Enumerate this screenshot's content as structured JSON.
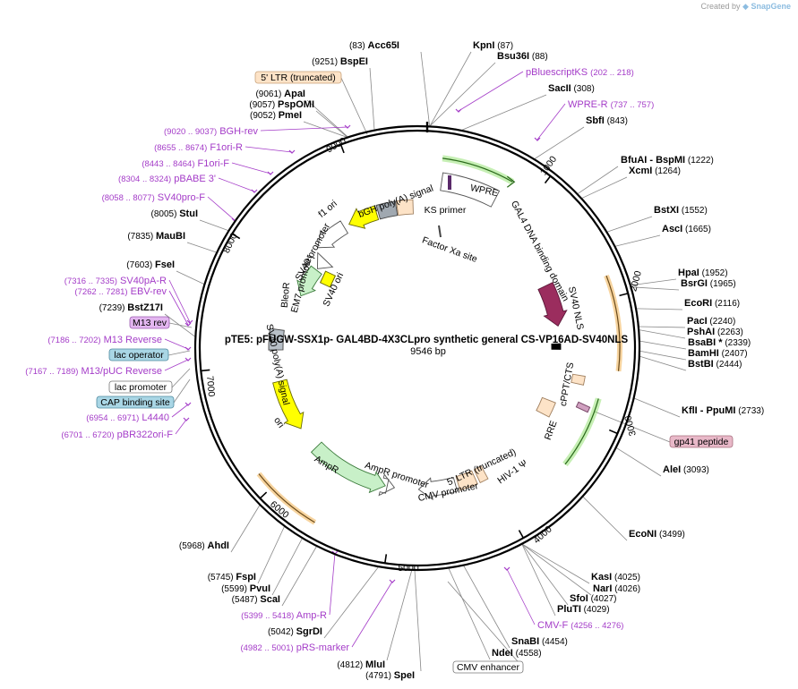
{
  "credit": {
    "prefix": "Created by",
    "brand": "SnapGene"
  },
  "plasmid": {
    "name": "pTE5: pFUGW-SSX1p- GAL4BD-4X3CLpro synthetic general CS-VP16AD-SV40NLS",
    "size_label": "9546 bp",
    "length": 9546
  },
  "ticks": [
    {
      "pos": 1000,
      "label": "1000"
    },
    {
      "pos": 2000,
      "label": "2000"
    },
    {
      "pos": 3000,
      "label": "3000"
    },
    {
      "pos": 4000,
      "label": "4000"
    },
    {
      "pos": 5000,
      "label": "5000"
    },
    {
      "pos": 6000,
      "label": "6000"
    },
    {
      "pos": 7000,
      "label": "7000"
    },
    {
      "pos": 8000,
      "label": "8000"
    },
    {
      "pos": 9000,
      "label": "9000"
    }
  ],
  "sites": [
    {
      "name": "Acc65I",
      "pos": "(83)",
      "at": 83,
      "side": "r",
      "posfirst": true
    },
    {
      "name": "KpnI",
      "pos": "(87)",
      "at": 87,
      "side": "r"
    },
    {
      "name": "Bsu36I",
      "pos": "(88)",
      "at": 88,
      "side": "r"
    },
    {
      "name": "SacII",
      "pos": "(308)",
      "at": 308,
      "side": "r"
    },
    {
      "name": "SbfI",
      "pos": "(843)",
      "at": 843,
      "side": "r"
    },
    {
      "name": "BfuAI - BspMI",
      "pos": "(1222)",
      "at": 1222,
      "side": "r"
    },
    {
      "name": "XcmI",
      "pos": "(1264)",
      "at": 1264,
      "side": "r"
    },
    {
      "name": "BstXI",
      "pos": "(1552)",
      "at": 1552,
      "side": "r"
    },
    {
      "name": "AscI",
      "pos": "(1665)",
      "at": 1665,
      "side": "r"
    },
    {
      "name": "HpaI",
      "pos": "(1952)",
      "at": 1952,
      "side": "r"
    },
    {
      "name": "BsrGI",
      "pos": "(1965)",
      "at": 1965,
      "side": "r"
    },
    {
      "name": "EcoRI",
      "pos": "(2116)",
      "at": 2116,
      "side": "r"
    },
    {
      "name": "PacI",
      "pos": "(2240)",
      "at": 2240,
      "side": "r"
    },
    {
      "name": "PshAI",
      "pos": "(2263)",
      "at": 2263,
      "side": "r"
    },
    {
      "name": "BsaBI *",
      "pos": "(2339)",
      "at": 2339,
      "side": "r"
    },
    {
      "name": "BamHI",
      "pos": "(2407)",
      "at": 2407,
      "side": "r"
    },
    {
      "name": "BstBI",
      "pos": "(2444)",
      "at": 2444,
      "side": "r"
    },
    {
      "name": "KflI - PpuMI",
      "pos": "(2733)",
      "at": 2733,
      "side": "r"
    },
    {
      "name": "AleI",
      "pos": "(3093)",
      "at": 3093,
      "side": "r"
    },
    {
      "name": "EcoNI",
      "pos": "(3499)",
      "at": 3499,
      "side": "r"
    },
    {
      "name": "KasI",
      "pos": "(4025)",
      "at": 4025,
      "side": "r"
    },
    {
      "name": "NarI",
      "pos": "(4026)",
      "at": 4026,
      "side": "r"
    },
    {
      "name": "SfoI",
      "pos": "(4027)",
      "at": 4027,
      "side": "r"
    },
    {
      "name": "PluTI",
      "pos": "(4029)",
      "at": 4029,
      "side": "r"
    },
    {
      "name": "SnaBI",
      "pos": "(4454)",
      "at": 4454,
      "side": "r"
    },
    {
      "name": "NdeI",
      "pos": "(4558)",
      "at": 4558,
      "side": "r"
    },
    {
      "name": "SpeI",
      "pos": "(4791)",
      "at": 4791,
      "side": "l"
    },
    {
      "name": "MluI",
      "pos": "(4812)",
      "at": 4812,
      "side": "l"
    },
    {
      "name": "SgrDI",
      "pos": "(5042)",
      "at": 5042,
      "side": "l"
    },
    {
      "name": "ScaI",
      "pos": "(5487)",
      "at": 5487,
      "side": "l"
    },
    {
      "name": "PvuI",
      "pos": "(5599)",
      "at": 5599,
      "side": "l"
    },
    {
      "name": "FspI",
      "pos": "(5745)",
      "at": 5745,
      "side": "l"
    },
    {
      "name": "AhdI",
      "pos": "(5968)",
      "at": 5968,
      "side": "l"
    },
    {
      "name": "BstZ17I",
      "pos": "(7239)",
      "at": 7239,
      "side": "l"
    },
    {
      "name": "FseI",
      "pos": "(7603)",
      "at": 7603,
      "side": "l"
    },
    {
      "name": "MauBI",
      "pos": "(7835)",
      "at": 7835,
      "side": "l"
    },
    {
      "name": "StuI",
      "pos": "(8005)",
      "at": 8005,
      "side": "l"
    },
    {
      "name": "PmeI",
      "pos": "(9052)",
      "at": 9052,
      "side": "l"
    },
    {
      "name": "PspOMI",
      "pos": "(9057)",
      "at": 9057,
      "side": "l"
    },
    {
      "name": "ApaI",
      "pos": "(9061)",
      "at": 9061,
      "side": "l"
    },
    {
      "name": "BspEI",
      "pos": "(9251)",
      "at": 9251,
      "side": "l"
    }
  ],
  "primers": [
    {
      "name": "pBluescriptKS",
      "range": "(202 .. 218)",
      "at": 210,
      "side": "r"
    },
    {
      "name": "WPRE-R",
      "range": "(737 .. 757)",
      "at": 747,
      "side": "r"
    },
    {
      "name": "CMV-F",
      "range": "(4256 .. 4276)",
      "at": 4266,
      "side": "r"
    },
    {
      "name": "pRS-marker",
      "range": "(4982 .. 5001)",
      "at": 4991,
      "side": "l"
    },
    {
      "name": "Amp-R",
      "range": "(5399 .. 5418)",
      "at": 5408,
      "side": "l"
    },
    {
      "name": "pBR322ori-F",
      "range": "(6701 .. 6720)",
      "at": 6710,
      "side": "l"
    },
    {
      "name": "L4440",
      "range": "(6954 .. 6971)",
      "at": 6962,
      "side": "l"
    },
    {
      "name": "M13/pUC Reverse",
      "range": "(7167 .. 7189)",
      "at": 7178,
      "side": "l"
    },
    {
      "name": "M13 Reverse",
      "range": "(7186 .. 7202)",
      "at": 7194,
      "side": "l"
    },
    {
      "name": "EBV-rev",
      "range": "(7262 .. 7281)",
      "at": 7271,
      "side": "l"
    },
    {
      "name": "SV40pA-R",
      "range": "(7316 .. 7335)",
      "at": 7325,
      "side": "l"
    },
    {
      "name": "SV40pro-F",
      "range": "(8058 .. 8077)",
      "at": 8067,
      "side": "l"
    },
    {
      "name": "pBABE 3'",
      "range": "(8304 .. 8324)",
      "at": 8314,
      "side": "l"
    },
    {
      "name": "F1ori-F",
      "range": "(8443 .. 8464)",
      "at": 8453,
      "side": "l"
    },
    {
      "name": "F1ori-R",
      "range": "(8655 .. 8674)",
      "at": 8664,
      "side": "l"
    },
    {
      "name": "BGH-rev",
      "range": "(9020 .. 9037)",
      "at": 9028,
      "side": "l"
    }
  ],
  "boxed_labels": [
    {
      "text": "5' LTR (truncated)",
      "fill": "#fde3c7",
      "stroke": "#c8a27a"
    },
    {
      "text": "M13 rev",
      "fill": "#e3b6f0",
      "stroke": "#9a5bb0"
    },
    {
      "text": "lac operator",
      "fill": "#a9d6e5",
      "stroke": "#4f8aa0"
    },
    {
      "text": "lac promoter",
      "fill": "#ffffff",
      "stroke": "#777777"
    },
    {
      "text": "CAP binding site",
      "fill": "#a9d6e5",
      "stroke": "#4f8aa0"
    },
    {
      "text": "gp41 peptide",
      "fill": "#e8b8c8",
      "stroke": "#a8707f"
    },
    {
      "text": "CMV enhancer",
      "fill": "#ffffff",
      "stroke": "#777777"
    }
  ],
  "features": [
    {
      "name": "WPRE",
      "label": "WPRE"
    },
    {
      "name": "KS primer",
      "label": "KS primer"
    },
    {
      "name": "Factor Xa site",
      "label": "Factor Xa site"
    },
    {
      "name": "GAL4 DNA binding domain",
      "label": "GAL4 DNA binding domain"
    },
    {
      "name": "SV40 NLS",
      "label": "SV40 NLS"
    },
    {
      "name": "cPPT/CTS",
      "label": "cPPT/CTS"
    },
    {
      "name": "RRE",
      "label": "RRE"
    },
    {
      "name": "HIV-1 psi",
      "label": "HIV-1 Ψ"
    },
    {
      "name": "5' LTR (truncated) inner",
      "label": "5' LTR (truncated)"
    },
    {
      "name": "CMV promoter",
      "label": "CMV promoter"
    },
    {
      "name": "AmpR promoter",
      "label": "AmpR promoter"
    },
    {
      "name": "AmpR",
      "label": "AmpR"
    },
    {
      "name": "ori",
      "label": "ori"
    },
    {
      "name": "SV40 poly(A) signal",
      "label": "SV40 poly(A) signal"
    },
    {
      "name": "BleoR",
      "label": "BleoR"
    },
    {
      "name": "EM7 promoter",
      "label": "EM7 promoter"
    },
    {
      "name": "SV40 promoter",
      "label": "SV40 promoter"
    },
    {
      "name": "SV40 ori",
      "label": "SV40 ori"
    },
    {
      "name": "f1 ori",
      "label": "f1 ori"
    },
    {
      "name": "bGH poly(A) signal",
      "label": "bGH poly(A) signal"
    }
  ],
  "colors": {
    "primer": "#a43cc8",
    "backbone": "#000000",
    "feature_green": "#c8f0c8",
    "feature_yellow": "#ffff00",
    "feature_orange": "#f0a040",
    "feature_maroon": "#9b2d5e",
    "feature_peach": "#fde3c7",
    "feature_grey": "#a0a8b0"
  }
}
